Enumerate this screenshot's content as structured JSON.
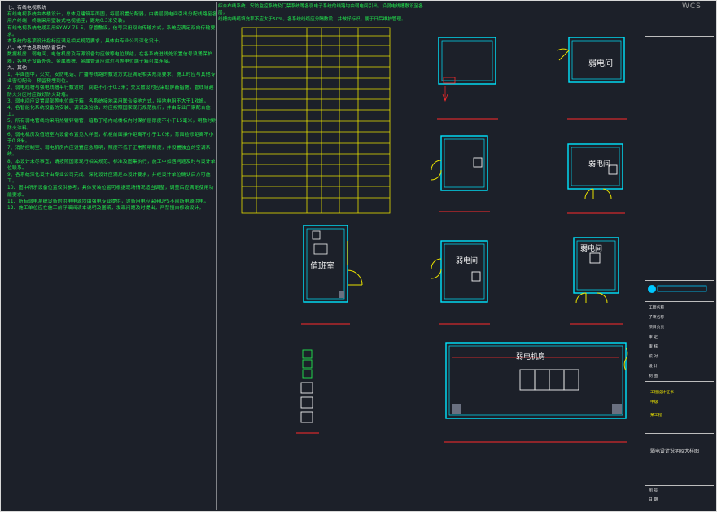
{
  "watermark": "WCS",
  "notes": [
    {
      "type": "h",
      "text": "七、有线电视系统"
    },
    {
      "type": "p",
      "text": "有线电视系统由本楼设计，总体见建筑平面图，每层设置分配器，由楼层弱电间引出分配线路至各用户终端，终端采用壁装式电视插座，距地0.3米安装。"
    },
    {
      "type": "p",
      "text": "有线电视系统电缆采用SYWV-75-5，穿管敷设，信号采用双向传输方式，系统应满足双向传输要求。"
    },
    {
      "type": "p",
      "text": "本系统的各项设计指标应满足相关规范要求，具体由专业公司深化设计。"
    },
    {
      "type": "h",
      "text": "八、电子信息系统防雷保护"
    },
    {
      "type": "p",
      "text": "数据机房、弱电间、电信机房及有源设备均应做等电位联结，在各系统进线处设置信号浪涌保护器，各电子设备外壳、金属线槽、金属管道应就近与等电位端子箱可靠连接。"
    },
    {
      "type": "h",
      "text": "九、其他"
    },
    {
      "type": "p",
      "text": "1、平面图中，火灾、安防电话、广播等线路的敷设方式应满足相关规范要求，施工时应与其他专业密切配合，预留预埋到位。"
    },
    {
      "type": "p",
      "text": "2、弱电线槽与强电线槽平行敷设时，间距不小于0.3米；交叉敷设时应采取屏蔽措施，管线穿越防火分区时应做好防火封堵。"
    },
    {
      "type": "p",
      "text": "3、弱电间应设置局部等电位端子箱，各系统接地采用联合接地方式，接地电阻不大于1欧姆。"
    },
    {
      "type": "p",
      "text": "4、各智能化系统设备的安装、调试及验收，均应按照国家现行规范执行，并由专业厂家配合施工。"
    },
    {
      "type": "p",
      "text": "5、所有弱电管线均采用热镀锌钢管，暗敷于墙内或楼板内时保护层厚度不小于15毫米，明敷时刷防火涂料。"
    },
    {
      "type": "p",
      "text": "6、弱电机房及值班室内设备布置见大样图，机柜前面操作距离不小于1.0米，背面检修距离不小于0.8米。"
    },
    {
      "type": "p",
      "text": "7、消防控制室、弱电机房内应设置应急照明，照度不低于正常照明照度，并设置独立的空调系统。"
    },
    {
      "type": "p",
      "text": "8、本设计未尽事宜，请按照国家现行相关规范、标准及图集执行，施工中如遇问题及时与设计单位联系。"
    },
    {
      "type": "p",
      "text": "9、各系统深化设计由专业公司完成，深化设计应满足本设计要求，并经设计单位确认后方可施工。"
    },
    {
      "type": "p",
      "text": "10、图中所示设备位置仅供参考，具体安装位置可根据现场情况适当调整，调整后应满足使用功能要求。"
    },
    {
      "type": "p",
      "text": "11、所有弱电系统设备的供电电源均由强电专业提供，设备用电应采用UPS不间断电源供电。"
    },
    {
      "type": "p",
      "text": "12、施工单位应在施工前仔细阅读本说明及图纸，发现问题及时提出，严禁擅自修改设计。"
    }
  ],
  "top_notes": [
    "综合布线系统、安防监控系统及门禁系统等各弱电子系统的线路均由弱电间引出，沿弱电线槽敷设至各层，",
    "线槽内线缆填充率不应大于50%，各系统线缆应分隔敷设，并做好标识，便于日后维护管理。"
  ],
  "rooms": {
    "r1": "弱电间",
    "r2": "弱电间",
    "r3": "值班室",
    "r4": "弱电间",
    "r5": "弱电间",
    "r6": "弱电机房"
  },
  "title_block": {
    "company_lines": [
      "工程设计证书",
      "甲级"
    ],
    "project": "某工程",
    "drawing_title": "弱电设计说明及大样图",
    "labels": [
      "工程名称",
      "子项名称",
      "项目负责",
      "审 定",
      "审 核",
      "校 对",
      "设 计",
      "制 图"
    ],
    "drawing_no_label": "图 号",
    "date_label": "日 期"
  },
  "colors": {
    "background": "#1c2029",
    "notes_text": "#22e84e",
    "room_wall": "#00e5ff",
    "door": "#e8e000",
    "red_line": "#ff2a2a"
  }
}
